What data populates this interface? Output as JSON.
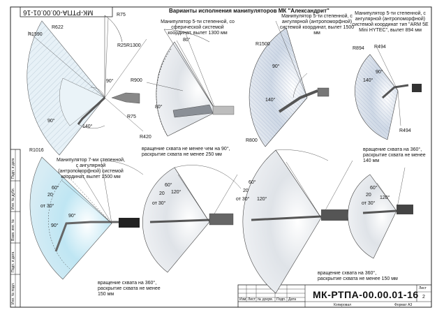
{
  "sheet": {
    "title": "Варианты исполнения манипуляторов МК \"Александрит\"",
    "code_top_rotated": "МК-РТПА-00.00.01-16"
  },
  "side_column": [
    "Подп. и дата",
    "Инв. № дубл.",
    "Взам. инв. №",
    "Подп. и дата",
    "Инв. № подл."
  ],
  "variants": [
    {
      "id": "v1",
      "dims": [
        "R75",
        "R622",
        "R1590",
        "R25",
        "R1300",
        "R75",
        "R420",
        "R1016"
      ],
      "angles": [
        "90°",
        "90°",
        "140°"
      ]
    },
    {
      "id": "v2",
      "caption": "Манипулятор 5-ти степенной, со сферической системой координат, вылет 1300 мм",
      "dims": [
        "R900"
      ],
      "angles": [
        "80°",
        "80°"
      ]
    },
    {
      "id": "v3",
      "caption": "Манипулятор 5-ти степенной, с ангулярной (антропоморфной) системой координат, вылет 1500 мм",
      "dims": [
        "R1500",
        "R800"
      ],
      "angles": [
        "90°",
        "140°"
      ]
    },
    {
      "id": "v4",
      "caption": "Манипулятор 5-ти степенной, с ангулярной (антропоморфной) системой координат тип \"ARM 5E Mini HYTEC\", вылет 894 мм",
      "dims": [
        "R894",
        "R494",
        "R494"
      ],
      "angles": [
        "140°",
        "90°"
      ],
      "grip": "вращение схвата на 360°, раскрытие схвата не менее 140 мм"
    },
    {
      "id": "v5",
      "caption": "Манипулятор 7-ми степенной, с ангулярной (антропоморфной) системой координат, вылет 1500 мм",
      "angles": [
        "от 30°",
        "20",
        "60°",
        "90°",
        "90°"
      ],
      "grip": "вращение схвата на 360°, раскрытие схвата не менее 150 мм"
    },
    {
      "id": "v6",
      "grip": "вращение схвата не менее чем на 90°, раскрытие схвата не менее 250 мм",
      "angles": [
        "от 30°",
        "20",
        "60°",
        "120°"
      ]
    },
    {
      "id": "v7",
      "angles": [
        "от 30°",
        "20",
        "60°",
        "120°"
      ],
      "grip": "вращение схвата на 360°, раскрытие схвата не менее 150 мм"
    },
    {
      "id": "v8",
      "angles": [
        "от 30°",
        "20",
        "60°",
        "120°"
      ]
    }
  ],
  "title_block": {
    "doc_number": "МК-РТПА-00.00.01-16",
    "sheet_label": "Лист",
    "sheet_number": "2",
    "row_headers": [
      "Изм",
      "Лист",
      "№ докум.",
      "Подп.",
      "Дата"
    ],
    "copied": "Копировал",
    "format": "Формат А3"
  },
  "colors": {
    "frame": "#222222",
    "zone_fill_light": "#dfe7ee",
    "zone_fill_blue": "#c6dff0",
    "zone_fill_cyan": "#bfe6f3",
    "hatch": "#7f8fa0",
    "arm": "#555555"
  }
}
